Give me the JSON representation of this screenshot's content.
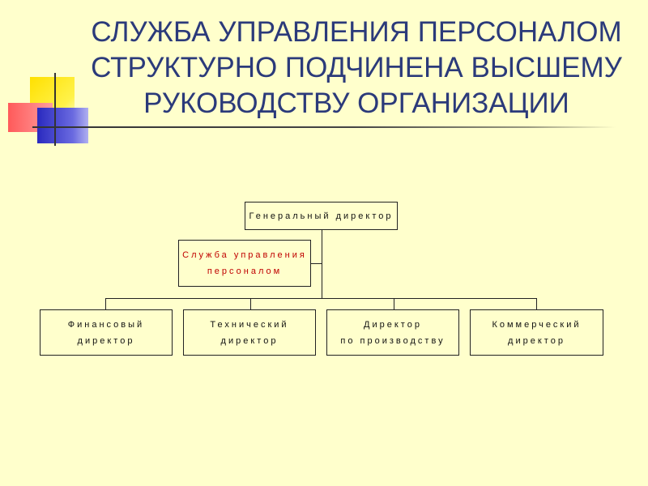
{
  "title": {
    "line1": "СЛУЖБА УПРАВЛЕНИЯ ПЕРСОНАЛОМ",
    "line2": "СТРУКТУРНО ПОДЧИНЕНА ВЫСШЕМУ",
    "line3": "РУКОВОДСТВУ ОРГАНИЗАЦИИ"
  },
  "diagram": {
    "top": "Генеральный директор",
    "hr": {
      "line1": "Служба управления",
      "line2": "персоналом"
    },
    "directors": [
      {
        "line1": "Финансовый",
        "line2": "директор"
      },
      {
        "line1": "Технический",
        "line2": "директор"
      },
      {
        "line1": "Директор",
        "line2": "по производству"
      },
      {
        "line1": "Коммерческий",
        "line2": "директор"
      }
    ]
  },
  "colors": {
    "background": "#FFFFCC",
    "title": "#2B3A7A",
    "hr_text": "#C00000"
  }
}
